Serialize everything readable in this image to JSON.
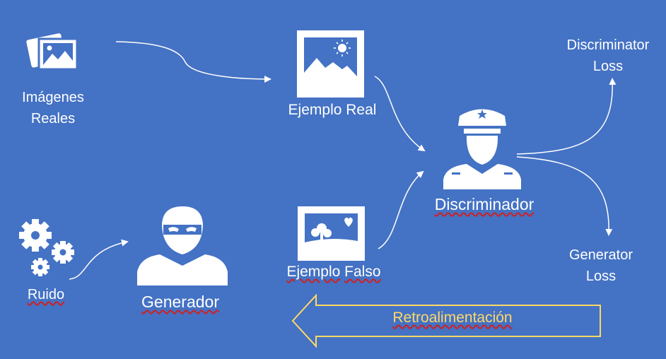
{
  "diagram": {
    "background_color": "#4472C4",
    "accent_color": "#FFD966",
    "labels": {
      "real_images": [
        "Imágenes",
        "Reales"
      ],
      "real_example": "Ejemplo Real",
      "discriminator": "Discriminador",
      "discriminator_loss": [
        "Discriminator",
        "Loss"
      ],
      "generator_loss": [
        "Generator",
        "Loss"
      ],
      "noise": "Ruido",
      "generator": "Generador",
      "fake_example": [
        "Ejemplo",
        "Falso"
      ],
      "feedback": "Retroalimentación"
    },
    "icons": [
      "images-icon",
      "landscape-photo-icon",
      "tree-photo-icon",
      "police-officer-icon",
      "masked-thief-icon",
      "gears-icon"
    ]
  }
}
